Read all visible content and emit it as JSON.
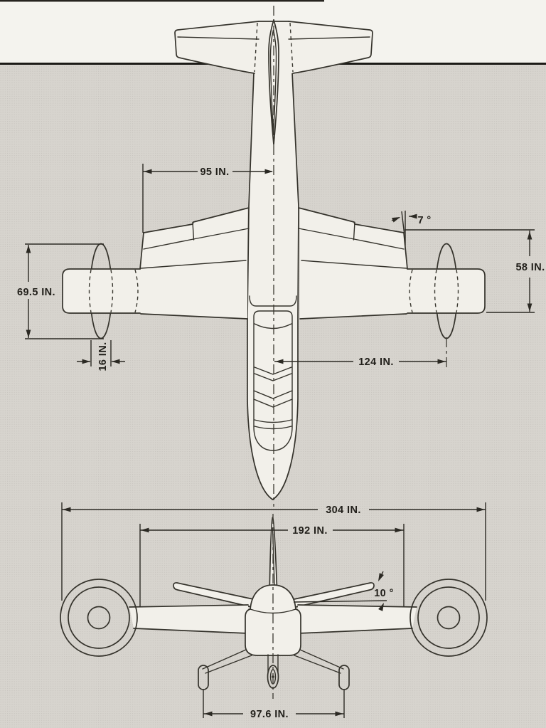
{
  "figure": {
    "kind": "aircraft three-view dimensional drawing",
    "views": {
      "top": "top view",
      "front": "front view"
    }
  },
  "colors": {
    "paper_top_band": "#f4f3ee",
    "paper_gray": "#d7d4ce",
    "shape_fill": "#f2f0ea",
    "ink": "#34322b",
    "rule_line": "#1c1b17",
    "text": "#22201b"
  },
  "top_view": {
    "dims": {
      "d95": "95 IN.",
      "d695": "69.5 IN.",
      "d16": "16 IN.",
      "d124": "124 IN.",
      "d58": "58 IN.",
      "d7": "7 °"
    }
  },
  "front_view": {
    "dims": {
      "d304": "304 IN.",
      "d192": "192 IN.",
      "d10": "10 °",
      "d976": "97.6 IN."
    }
  }
}
